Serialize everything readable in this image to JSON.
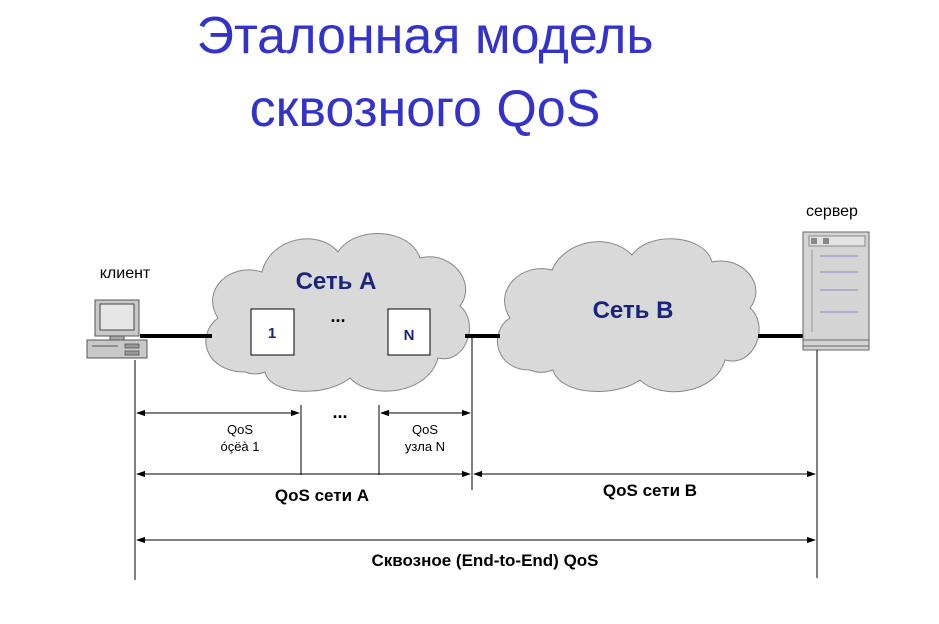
{
  "title": {
    "line1": "Эталонная модель",
    "line2": "сквозного QoS"
  },
  "diagram": {
    "client_label": "клиент",
    "server_label": "сервер",
    "network_a": {
      "label": "Сеть A",
      "node_first": "1",
      "node_last": "N",
      "ellipsis": "..."
    },
    "network_b": {
      "label": "Сеть B"
    },
    "measures": {
      "qos_node1_line1": "QoS",
      "qos_node1_line2": "óçëà 1",
      "between_ellipsis": "...",
      "qos_nodeN_line1": "QoS",
      "qos_nodeN_line2": "узла N",
      "qos_net_a": "QoS сети A",
      "qos_net_b": "QoS сети B",
      "end_to_end": "Сквозное (End-to-End)  QoS"
    },
    "colors": {
      "title": "#3333cc",
      "network_label": "#1a237e",
      "cloud_fill": "#d9d9d9",
      "cloud_stroke": "#888888",
      "line": "#000000"
    }
  }
}
